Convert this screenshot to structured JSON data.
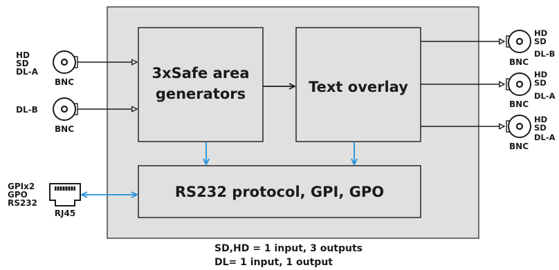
{
  "blocks": {
    "safe_area": {
      "line1": "3xSafe area",
      "line2": "generators"
    },
    "text_overlay": "Text overlay",
    "rs232": "RS232 protocol, GPI, GPO"
  },
  "inputs": {
    "bnc_a": {
      "lines": [
        "HD",
        "SD",
        "DL-A"
      ],
      "connector": "BNC"
    },
    "bnc_b": {
      "lines": [
        "DL-B"
      ],
      "connector": "BNC"
    },
    "rj45": {
      "lines": [
        "GPIx2",
        "GPO",
        "RS232"
      ],
      "connector": "RJ45"
    }
  },
  "outputs": [
    {
      "lines": [
        "HD",
        "SD",
        "DL-B"
      ],
      "connector": "BNC"
    },
    {
      "lines": [
        "HD",
        "SD",
        "DL-A"
      ],
      "connector": "BNC"
    },
    {
      "lines": [
        "HD",
        "SD",
        "DL-A"
      ],
      "connector": "BNC"
    }
  ],
  "footer": {
    "line1": "SD,HD = 1 input, 3 outputs",
    "line2": "DL= 1 input, 1 output"
  },
  "colors": {
    "enclosure_fill": "#e0e0e0",
    "block_fill": "#e0e0e0",
    "stroke": "#1a1a1a",
    "control_arrow": "#1e8fd8"
  }
}
